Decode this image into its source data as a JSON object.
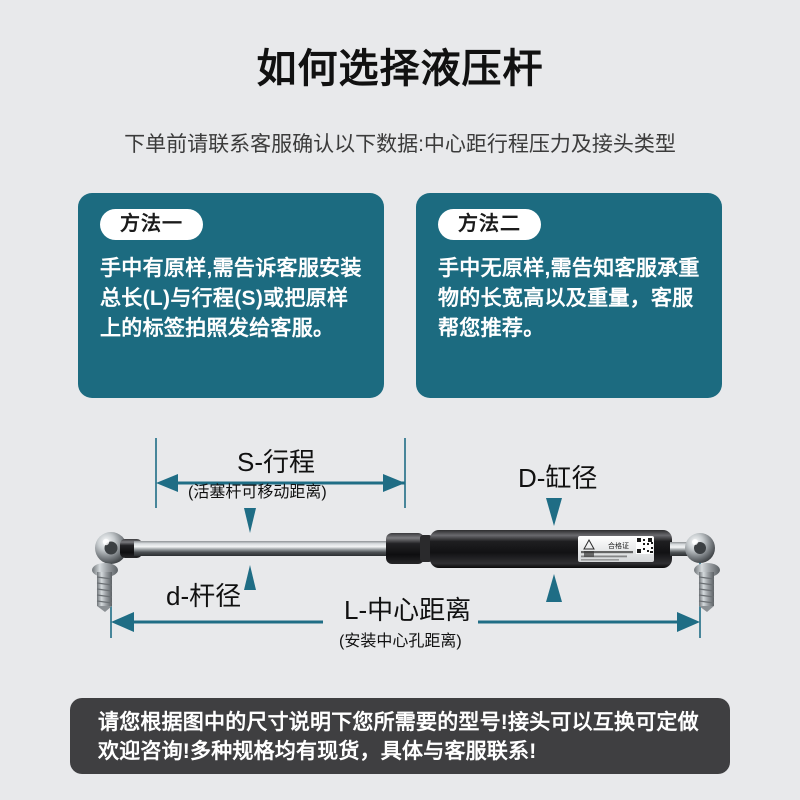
{
  "header": {
    "title": "如何选择液压杆",
    "subtitle": "下单前请联系客服确认以下数据:中心距行程压力及接头类型"
  },
  "cards": [
    {
      "badge": "方法一",
      "text": "手中有原样,需告诉客服安装总长(L)与行程(S)或把原样上的标签拍照发给客服。"
    },
    {
      "badge": "方法二",
      "text": "手中无原样,需告知客服承重物的长宽高以及重量，客服帮您推荐。"
    }
  ],
  "diagram": {
    "stroke_label": "S-行程",
    "stroke_sub": "(活塞杆可移动距离)",
    "cylinder_dia_label": "D-缸径",
    "rod_dia_label": "d-杆径",
    "length_label": "L-中心距离",
    "length_sub": "(安装中心孔距离)",
    "product_label_text": "合格证"
  },
  "footer": {
    "text": "请您根据图中的尺寸说明下您所需要的型号!接头可以互换可定做欢迎咨询!多种规格均有现货，具体与客服联系!"
  },
  "colors": {
    "background": "#e8e9eb",
    "card_teal": "#1c6b80",
    "dimension_line": "#1f6d85",
    "banner_dark": "#3f3f41",
    "title_text": "#111111"
  }
}
